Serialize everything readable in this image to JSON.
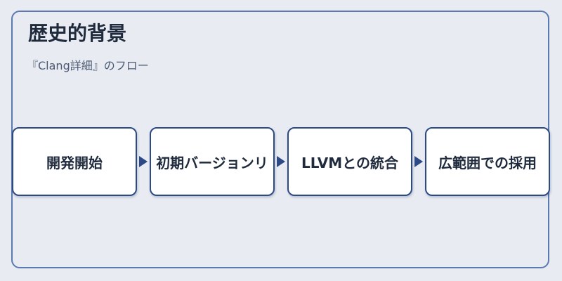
{
  "diagram": {
    "title": "歴史的背景",
    "subtitle": "『Clang詳細』のフロー",
    "steps": [
      {
        "label": "開発開始"
      },
      {
        "label": "初期バージョンリ"
      },
      {
        "label": "LLVMとの統合"
      },
      {
        "label": "広範囲での採用"
      }
    ]
  },
  "colors": {
    "border": "#5a7ab0",
    "box_border": "#2e4a85",
    "background": "#e8ecf2",
    "text": "#1f2a3c"
  }
}
